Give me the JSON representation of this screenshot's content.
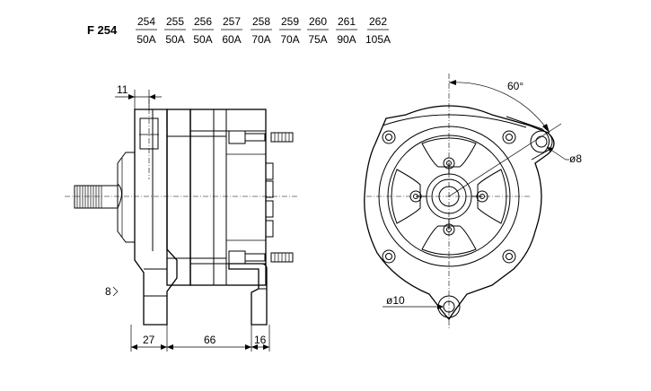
{
  "model": "F 254",
  "variants": [
    {
      "code": "254",
      "rating": "50A"
    },
    {
      "code": "255",
      "rating": "50A"
    },
    {
      "code": "256",
      "rating": "50A"
    },
    {
      "code": "257",
      "rating": "60A"
    },
    {
      "code": "258",
      "rating": "70A"
    },
    {
      "code": "259",
      "rating": "70A"
    },
    {
      "code": "260",
      "rating": "75A"
    },
    {
      "code": "261",
      "rating": "90A"
    },
    {
      "code": "262",
      "rating": "105A"
    }
  ],
  "dimensions": {
    "top_width": "11",
    "offset": "8",
    "base_left": "27",
    "base_middle": "66",
    "base_right": "16",
    "angle": "60°",
    "hole_upper": "ø8",
    "hole_lower": "ø10"
  }
}
